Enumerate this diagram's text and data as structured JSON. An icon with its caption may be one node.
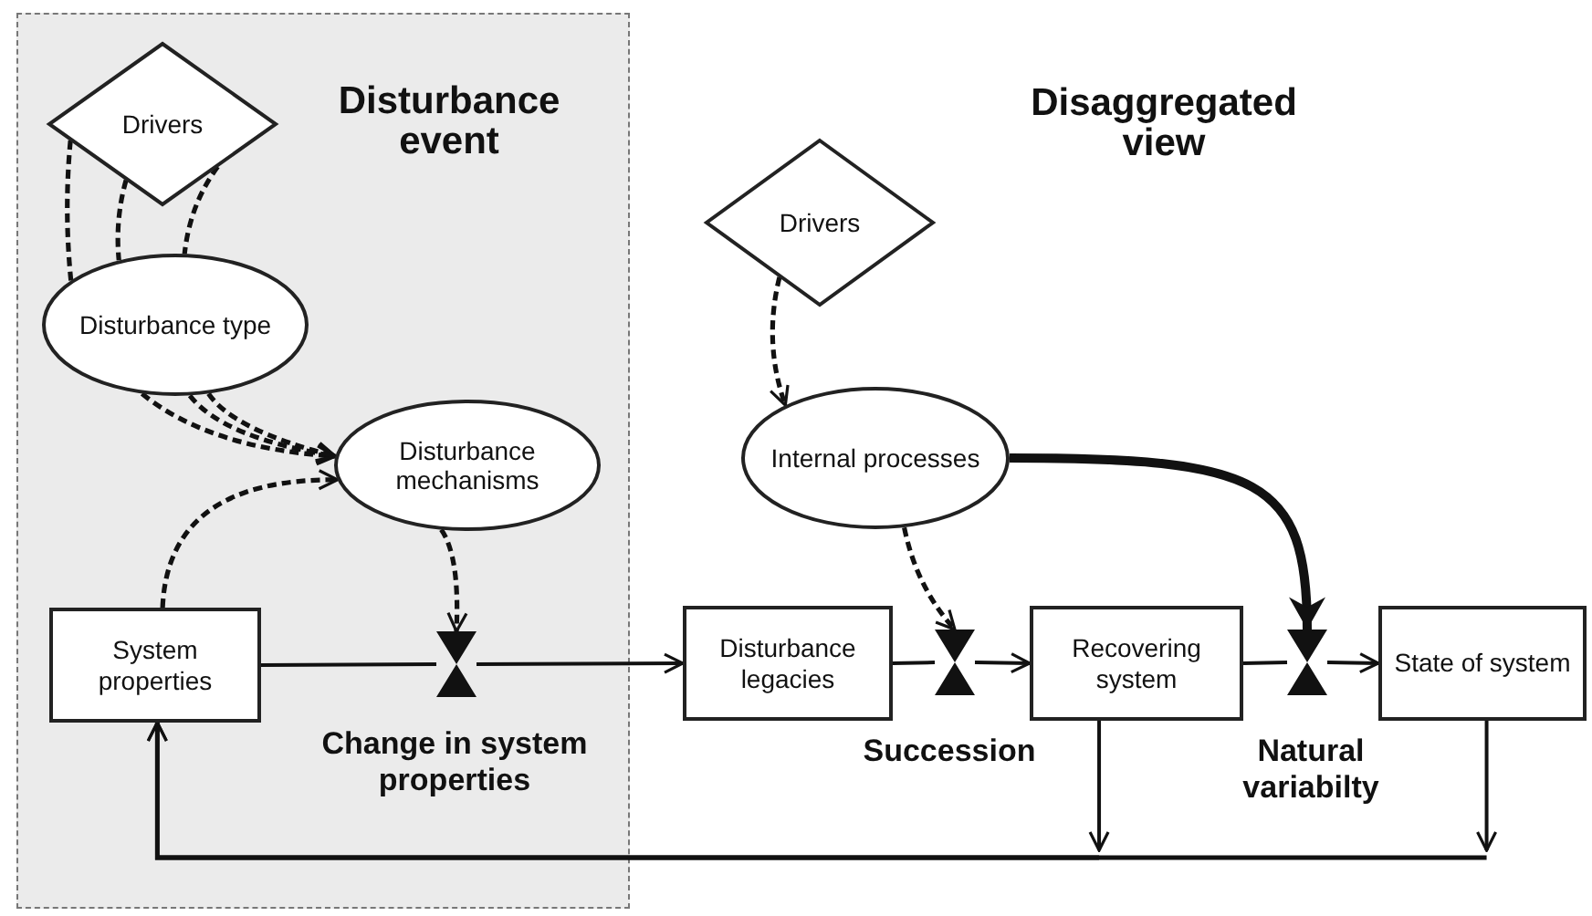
{
  "diagram": {
    "nodes": [
      {
        "text": [
          "Disturbance event"
        ]
      },
      {
        "text": [
          "Drivers"
        ],
        "in": 0
      },
      {
        "text": [
          "Disturbance type"
        ],
        "in": 0
      },
      {
        "text": [
          "Disturbance mechanisms"
        ],
        "in": 0
      },
      {
        "text": [
          "System properties"
        ],
        "in": 0
      },
      {
        "text": [],
        "shape": "valve",
        "in": 0,
        "beside": [
          "Change in system properties"
        ]
      },
      {
        "text": [
          "Disturbance legacies"
        ]
      },
      {
        "text": [],
        "shape": "valve"
      },
      {
        "text": [
          "Recovering system"
        ]
      },
      {
        "text": [],
        "shape": "valve"
      },
      {
        "text": [
          "State of system"
        ]
      },
      {
        "text": [
          "Drivers"
        ]
      },
      {
        "text": [
          "Internal processes"
        ]
      }
    ],
    "edges": [
      {
        "from": 1,
        "to": 2,
        "arrow": "none",
        "style": "dashed"
      },
      {
        "from": 1,
        "to": 2,
        "arrow": "none",
        "style": "dashed"
      },
      {
        "from": 1,
        "to": 2,
        "arrow": "none",
        "style": "dashed"
      },
      {
        "from": 2,
        "to": 3,
        "arrow": "to",
        "style": "dashed"
      },
      {
        "from": 2,
        "to": 3,
        "arrow": "to",
        "style": "dashed"
      },
      {
        "from": 2,
        "to": 3,
        "arrow": "to",
        "style": "dashed"
      },
      {
        "from": 4,
        "to": 3,
        "arrow": "to",
        "style": "dashed"
      },
      {
        "from": 3,
        "to": 5,
        "arrow": "to",
        "style": "dashed"
      },
      {
        "from": 4,
        "to": 5,
        "arrow": "none"
      },
      {
        "from": 5,
        "to": 6,
        "arrow": "to"
      },
      {
        "from": 6,
        "to": 7,
        "arrow": "none"
      },
      {
        "from": 7,
        "to": 8,
        "arrow": "to"
      },
      {
        "from": 11,
        "to": 12,
        "arrow": "to",
        "style": "dashed"
      },
      {
        "from": 12,
        "to": 7,
        "arrow": "to",
        "style": "dashed"
      },
      {
        "from": 12,
        "to": 9,
        "arrow": "to",
        "style": "thick"
      },
      {
        "from": 8,
        "to": 9,
        "arrow": "none"
      },
      {
        "from": 9,
        "to": 10,
        "arrow": "to"
      },
      {
        "from": 8,
        "to": 4,
        "arrow": "to"
      },
      {
        "from": 10,
        "to": 4,
        "arrow": "to"
      }
    ],
    "labels": [
      "Disaggregated view",
      "Succession",
      "Natural variabilty"
    ]
  }
}
